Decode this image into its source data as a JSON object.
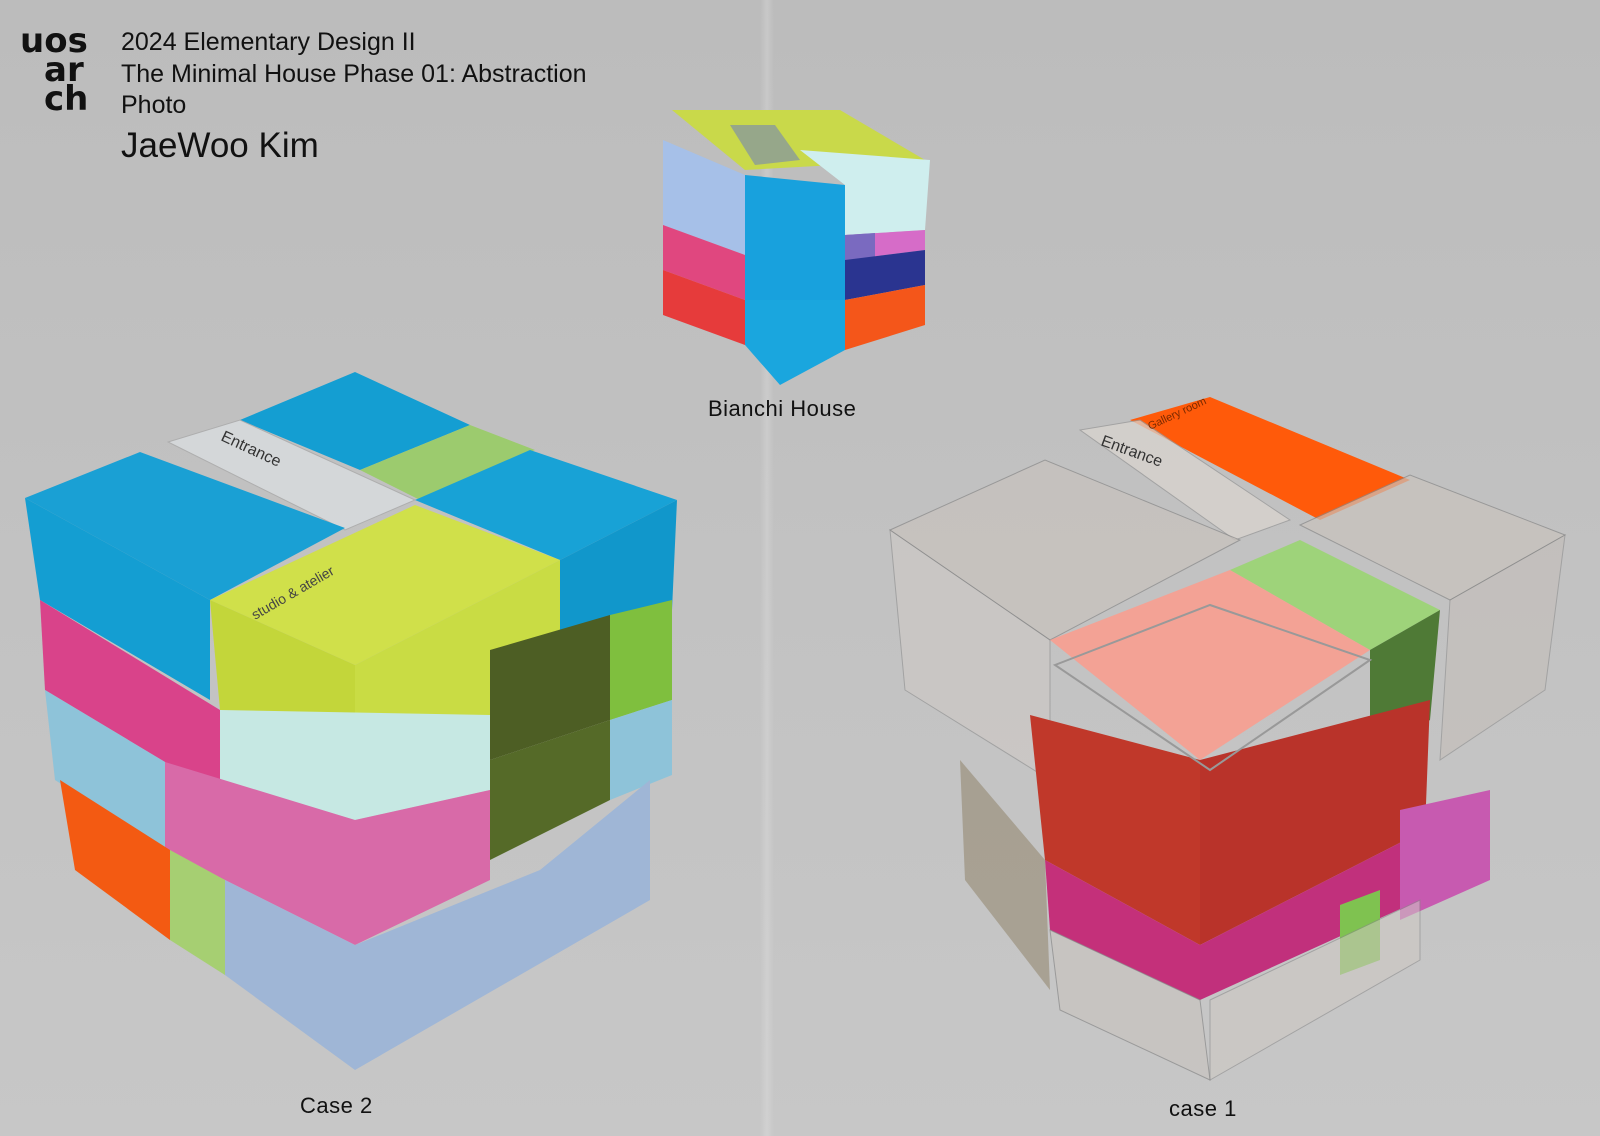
{
  "logo": {
    "row1": "uos",
    "row2": "ar",
    "row3": "ch"
  },
  "header": {
    "course": "2024 Elementary Design II",
    "project": "The Minimal House Phase 01: Abstraction",
    "section": "Photo",
    "author": "JaeWoo Kim"
  },
  "captions": {
    "bianchi": "Bianchi House",
    "case2": "Case 2",
    "case1": "case 1"
  },
  "model_handwriting": {
    "case2_entrance": "Entrance",
    "case2_studio": "studio & atelier",
    "case1_entrance": "Entrance",
    "case1_studio": "Gallery room"
  },
  "colors": {
    "background": "#c0c0c0",
    "cyan": "#149ed2",
    "lime": "#c8dc3a",
    "light_green": "#9ccb6e",
    "pink": "#d9438a",
    "dark_olive": "#4d5e24",
    "mint": "#c6e8e3",
    "light_blue": "#8ec3d9",
    "periwinkle": "#9fb6d6",
    "orange": "#f35a12",
    "red": "#c53a2a",
    "acrylic": "#b8b0ab"
  }
}
